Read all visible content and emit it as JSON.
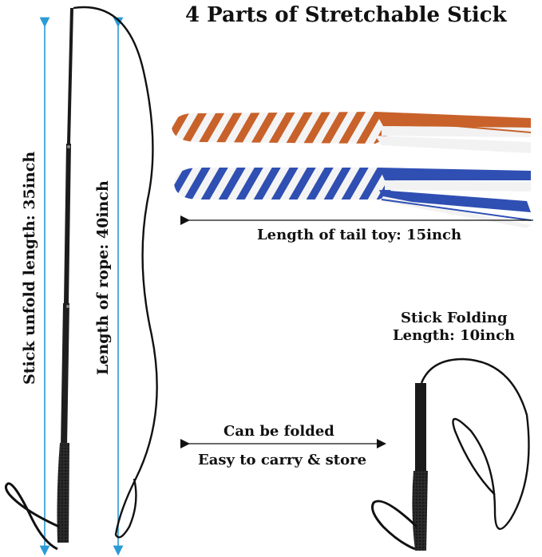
{
  "title": "4 Parts of Stretchable Stick",
  "labels": {
    "stick_unfold": "Stick unfold length: 35inch",
    "rope_length": "Length of rope: 40inch",
    "tail_toy": "Length of tail toy: 15inch",
    "folding_line1": "Stick Folding",
    "folding_line2": "Length: 10inch",
    "can_fold": "Can be folded",
    "easy_carry": "Easy to carry & store"
  },
  "colors": {
    "arrow_blue": "#2b9bd6",
    "tail_orange": "#c8622a",
    "tail_blue": "#2f4fb3",
    "rope_white": "#f2f2f2",
    "stick_black": "#1a1a1a"
  }
}
